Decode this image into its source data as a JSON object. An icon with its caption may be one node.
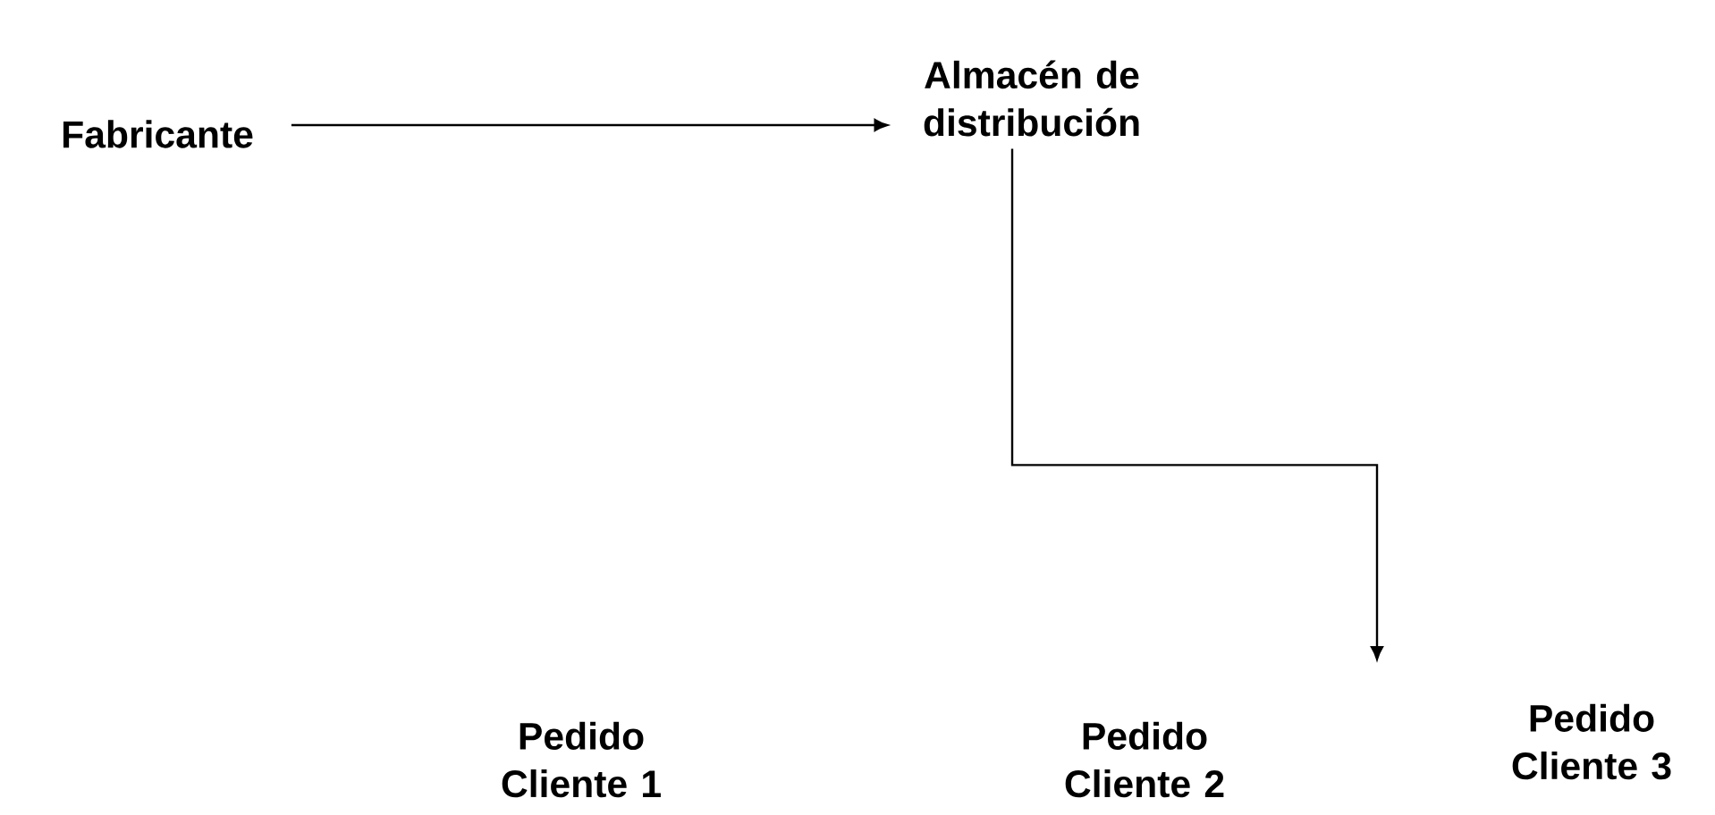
{
  "diagram": {
    "nodes": [
      {
        "text": [
          "Fabricante"
        ]
      },
      {
        "text": [
          "Almacén de distribución"
        ]
      },
      {
        "text": [
          "Pedido Cliente 1"
        ]
      },
      {
        "text": [
          "Pedido Cliente 2"
        ]
      },
      {
        "text": [
          "Pedido Cliente 3"
        ]
      }
    ],
    "edges": [
      {
        "from": 0,
        "to": 1,
        "arrow": "to"
      },
      {
        "from": 1,
        "to": 4,
        "arrow": "to"
      }
    ]
  }
}
